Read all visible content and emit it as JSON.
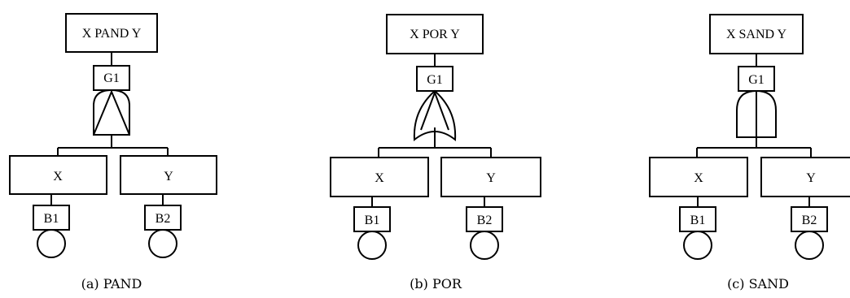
{
  "diagrams": [
    {
      "top_event": "X PAND Y",
      "gate_label": "G1",
      "gate_type": "PAND",
      "left_event": "X",
      "right_event": "Y",
      "left_basic": "B1",
      "right_basic": "B2",
      "caption": "(a) PAND"
    },
    {
      "top_event": "X POR Y",
      "gate_label": "G1",
      "gate_type": "POR",
      "left_event": "X",
      "right_event": "Y",
      "left_basic": "B1",
      "right_basic": "B2",
      "caption": "(b) POR"
    },
    {
      "top_event": "X SAND Y",
      "gate_label": "G1",
      "gate_type": "SAND",
      "left_event": "X",
      "right_event": "Y",
      "left_basic": "B1",
      "right_basic": "B2",
      "caption": "(c) SAND"
    }
  ]
}
